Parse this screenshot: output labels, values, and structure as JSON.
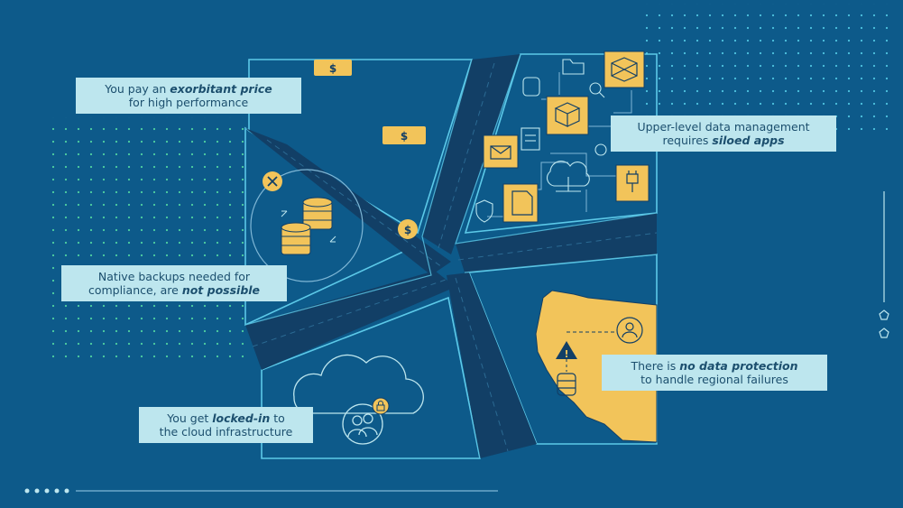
{
  "callouts": {
    "price": {
      "pre": "You pay an ",
      "em": "exorbitant price",
      "post": "",
      "line2": "for high performance"
    },
    "apps": {
      "line1": "Upper-level data management",
      "pre": "requires ",
      "em": "siloed apps",
      "post": ""
    },
    "backups": {
      "line1": "Native backups needed for",
      "pre": "compliance, are ",
      "em": "not possible",
      "post": ""
    },
    "protection": {
      "pre": "There is ",
      "em": "no data protection",
      "post": "",
      "line2": "to handle regional failures"
    },
    "lockin": {
      "pre": "You get ",
      "em": "locked-in",
      "post": " to",
      "line2": "the cloud infrastructure"
    }
  },
  "icons": {
    "dollar": "$",
    "alert": "!"
  },
  "colors": {
    "background": "#0d5a8a",
    "panel_stroke": "#5cc9e8",
    "road": "#123f66",
    "gold": "#f2c45a",
    "callout_bg": "#bde6ee",
    "callout_text": "#1c4f6e",
    "dots": "#4fd1a0"
  }
}
